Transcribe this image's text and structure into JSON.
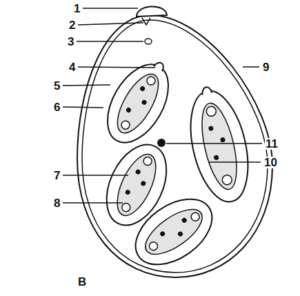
{
  "diagram": {
    "labels": [
      "1",
      "2",
      "3",
      "4",
      "5",
      "6",
      "7",
      "8",
      "9",
      "10",
      "11",
      "B"
    ]
  }
}
